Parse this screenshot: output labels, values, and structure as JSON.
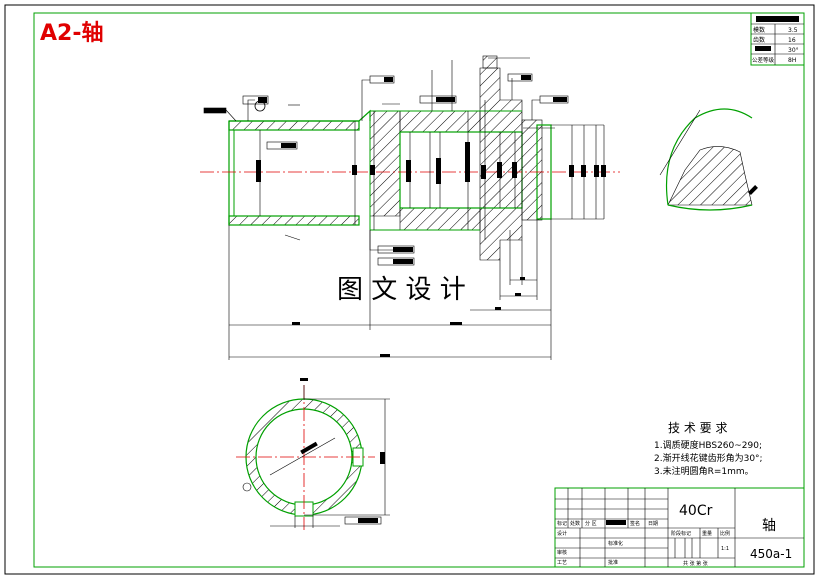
{
  "sheet": {
    "label": "A2-轴",
    "watermark": "图 文 设 计"
  },
  "spline_table": {
    "rows": [
      {
        "name": "模数",
        "value": "3.5"
      },
      {
        "name": "齿数",
        "value": "16"
      },
      {
        "name": "",
        "value": "30°"
      },
      {
        "name": "公差等级",
        "value": "8H"
      }
    ]
  },
  "tech_req": {
    "title": "技 术 要 求",
    "items": [
      "1.调质硬度HBS260~290;",
      "2.渐开线花键齿形角为30°;",
      "3.未注明圆角R=1mm。"
    ]
  },
  "title_block": {
    "material": "40Cr",
    "part_name": "轴",
    "drawing_no": "450a-1",
    "scale": "1:1",
    "labels": {
      "mark": "标记",
      "count": "处数",
      "zone": "分 区",
      "sign": "签名",
      "date": "日期",
      "design": "设计",
      "std": "标准化",
      "review": "审核",
      "process": "工艺",
      "approve": "批准",
      "stage": "阶段标记",
      "weight": "重量",
      "ratio": "比例",
      "sheets": "共 张 第 张"
    }
  },
  "colors": {
    "outline": "#00a000",
    "line": "#000000",
    "center": "#e00000",
    "accent": "#e00000"
  }
}
